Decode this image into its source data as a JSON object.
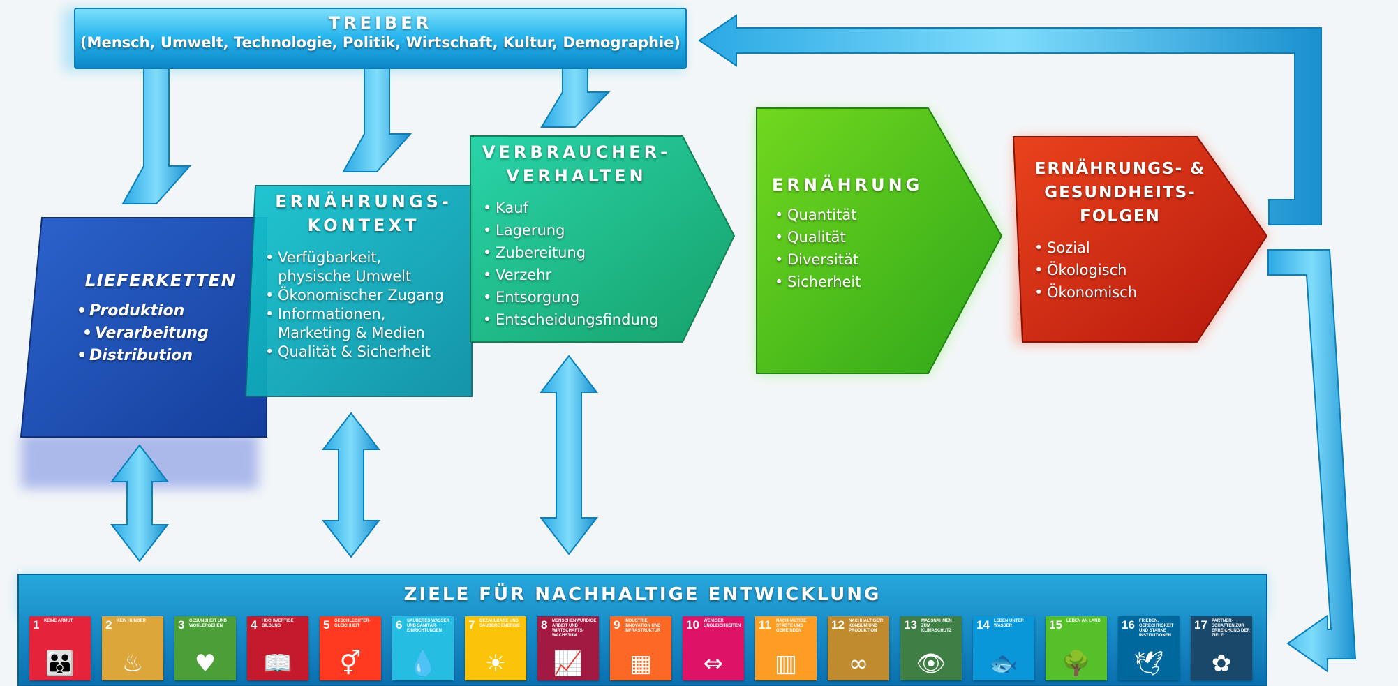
{
  "treiber": {
    "title": "TREIBER",
    "subtitle": "(Mensch, Umwelt, Technologie, Politik, Wirtschaft, Kultur, Demographie)"
  },
  "lieferketten": {
    "title": "LIEFERKETTEN",
    "items": [
      "Produktion",
      "Verarbeitung",
      "Distribution"
    ]
  },
  "kontext": {
    "title_line1": "ERNÄHRUNGS-",
    "title_line2": "KONTEXT",
    "items": [
      [
        "Verfügbarkeit,",
        "physische Umwelt"
      ],
      [
        "Ökonomischer Zugang"
      ],
      [
        "Informationen,",
        "Marketing & Medien"
      ],
      [
        "Qualität & Sicherheit"
      ]
    ]
  },
  "verbraucher": {
    "title_line1": "VERBRAUCHER-",
    "title_line2": "VERHALTEN",
    "items": [
      "Kauf",
      "Lagerung",
      "Zubereitung",
      "Verzehr",
      "Entsorgung",
      "Entscheidungsfindung"
    ]
  },
  "ernaehrung": {
    "title": "ERNÄHRUNG",
    "items": [
      "Quantität",
      "Qualität",
      "Diversität",
      "Sicherheit"
    ]
  },
  "folgen": {
    "title_line1": "ERNÄHRUNGS- &",
    "title_line2": "GESUNDHEITS-",
    "title_line3": "FOLGEN",
    "items": [
      "Sozial",
      "Ökologisch",
      "Ökonomisch"
    ]
  },
  "sdg_banner": {
    "title": "ZIELE FÜR NACHHALTIGE ENTWICKLUNG",
    "goals": [
      {
        "number": "1",
        "label": "KEINE ARMUT",
        "color": "#e5243b",
        "icon": "👪"
      },
      {
        "number": "2",
        "label": "KEIN HUNGER",
        "color": "#dda63a",
        "icon": "♨"
      },
      {
        "number": "3",
        "label": "GESUNDHEIT UND WOHLERGEHEN",
        "color": "#4c9f38",
        "icon": "♥"
      },
      {
        "number": "4",
        "label": "HOCHWERTIGE BILDUNG",
        "color": "#c5192d",
        "icon": "📖"
      },
      {
        "number": "5",
        "label": "GESCHLECHTER-GLEICHHEIT",
        "color": "#ff3a21",
        "icon": "⚥"
      },
      {
        "number": "6",
        "label": "SAUBERES WASSER UND SANITÄR-EINRICHTUNGEN",
        "color": "#26bde2",
        "icon": "💧"
      },
      {
        "number": "7",
        "label": "BEZAHLBARE UND SAUBERE ENERGIE",
        "color": "#fcc30b",
        "icon": "☀"
      },
      {
        "number": "8",
        "label": "MENSCHENWÜRDIGE ARBEIT UND WIRTSCHAFTS-WACHSTUM",
        "color": "#a21942",
        "icon": "📈"
      },
      {
        "number": "9",
        "label": "INDUSTRIE, INNOVATION UND INFRASTRUKTUR",
        "color": "#fd6925",
        "icon": "▦"
      },
      {
        "number": "10",
        "label": "WENIGER UNGLEICHHEITEN",
        "color": "#dd1367",
        "icon": "⇔"
      },
      {
        "number": "11",
        "label": "NACHHALTIGE STÄDTE UND GEMEINDEN",
        "color": "#fd9d24",
        "icon": "▥"
      },
      {
        "number": "12",
        "label": "NACHHALTIGE/R KONSUM UND PRODUKTION",
        "color": "#bf8b2e",
        "icon": "∞"
      },
      {
        "number": "13",
        "label": "MASSNAHMEN ZUM KLIMASCHUTZ",
        "color": "#3f7e44",
        "icon": "👁"
      },
      {
        "number": "14",
        "label": "LEBEN UNTER WASSER",
        "color": "#0a97d9",
        "icon": "🐟"
      },
      {
        "number": "15",
        "label": "LEBEN AN LAND",
        "color": "#56c02b",
        "icon": "🌳"
      },
      {
        "number": "16",
        "label": "FRIEDEN, GERECHTIGKEIT UND STARKE INSTITUTIONEN",
        "color": "#00689d",
        "icon": "🕊"
      },
      {
        "number": "17",
        "label": "PARTNER-SCHAFTEN ZUR ERREICHUNG DER ZIELE",
        "color": "#19486a",
        "icon": "✿"
      }
    ]
  }
}
